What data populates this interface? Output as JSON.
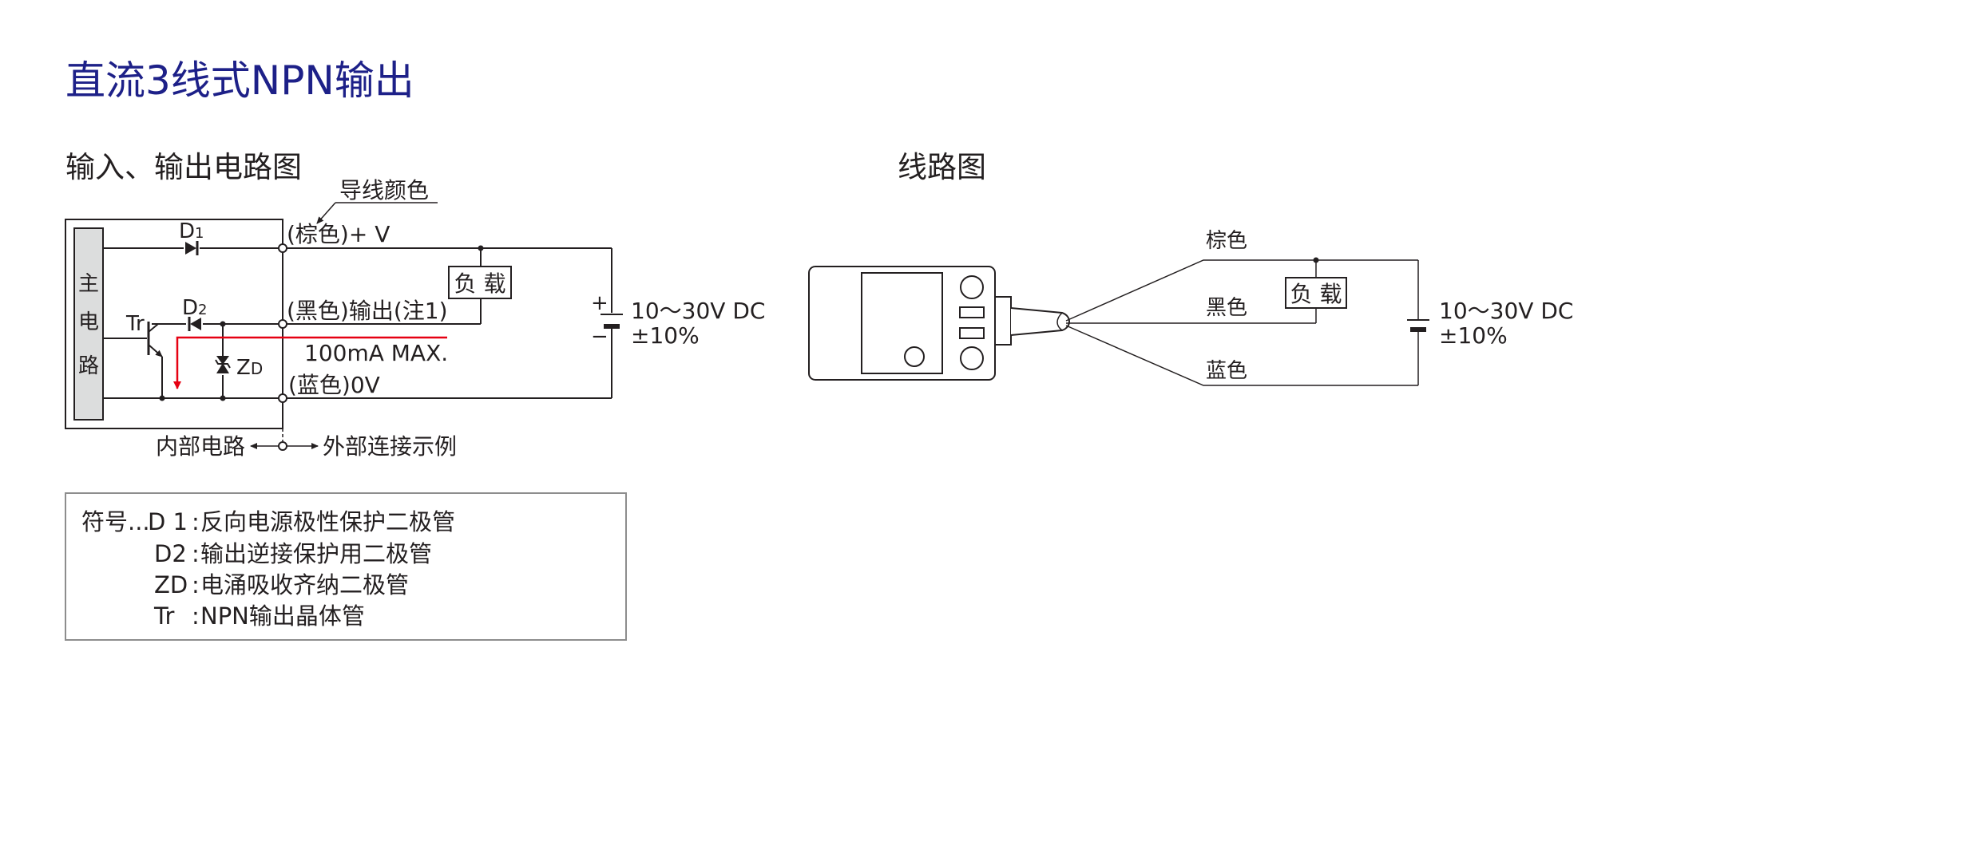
{
  "title": "直流3线式NPN输出",
  "circuit": {
    "heading": "输入、输出电路图",
    "wire_color_label": "导线颜色",
    "main_circuit_label": [
      "主",
      "电",
      "路"
    ],
    "d1_label": "D",
    "d1_sub": "1",
    "d2_label": "D",
    "d2_sub": "2",
    "tr_label": "Tr",
    "zd_label": "Z",
    "zd_sub": "D",
    "brown_terminal": "(棕色)+ V",
    "black_terminal": "(黑色)输出(注1)",
    "blue_terminal": "(蓝色)0V",
    "current_max": "100mA  MAX.",
    "load_label": "负 载",
    "supply_line1": "10～30V DC",
    "supply_line2": "±10%",
    "plus_sign": "+",
    "minus_sign": "−",
    "internal_label": "内部电路",
    "external_label": "外部连接示例"
  },
  "legend": {
    "rows": [
      {
        "prefix": "符号...",
        "symbol": "D 1",
        "desc": "反向电源极性保护二极管"
      },
      {
        "prefix": "",
        "symbol": "D2",
        "desc": "输出逆接保护用二极管"
      },
      {
        "prefix": "",
        "symbol": "ZD",
        "desc": "电涌吸收齐纳二极管"
      },
      {
        "prefix": "",
        "symbol": "Tr",
        "desc": "NPN输出晶体管"
      }
    ]
  },
  "wiring": {
    "heading": "线路图",
    "brown_label": "棕色",
    "black_label": "黑色",
    "blue_label": "蓝色",
    "load_label": "负 载",
    "supply_line1": "10～30V DC",
    "supply_line2": "±10%"
  },
  "colors": {
    "title": "#1d2088",
    "current_path": "#e60012",
    "main_block_fill": "#dcdddd",
    "line": "#231f20"
  }
}
